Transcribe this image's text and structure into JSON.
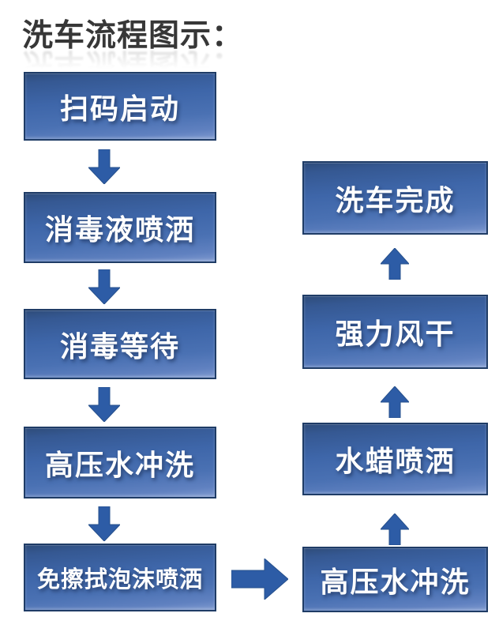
{
  "title": {
    "text": "洗车流程图示："
  },
  "steps": [
    {
      "id": "scan-start",
      "label": "扫码启动"
    },
    {
      "id": "disinfectant-spray",
      "label": "消毒液喷洒"
    },
    {
      "id": "disinfect-wait",
      "label": "消毒等待"
    },
    {
      "id": "high-pressure-rinse-1",
      "label": "高压水冲洗"
    },
    {
      "id": "no-wipe-foam-spray",
      "label": "免擦拭泡沫喷洒"
    },
    {
      "id": "high-pressure-rinse-2",
      "label": "高压水冲洗"
    },
    {
      "id": "water-wax-spray",
      "label": "水蜡喷洒"
    },
    {
      "id": "strong-air-dry",
      "label": "强力风干"
    },
    {
      "id": "wash-complete",
      "label": "洗车完成"
    }
  ],
  "flow": {
    "left_column_order": [
      "扫码启动",
      "消毒液喷洒",
      "消毒等待",
      "高压水冲洗",
      "免擦拭泡沫喷洒"
    ],
    "right_column_order_bottom_to_top": [
      "高压水冲洗",
      "水蜡喷洒",
      "强力风干",
      "洗车完成"
    ],
    "connector": "免擦拭泡沫喷洒 → 高压水冲洗"
  },
  "colors": {
    "box_gradient_top": "#2e4c7a",
    "box_gradient_mid": "#3e66a9",
    "box_gradient_bottom": "#7f9ad0",
    "box_border": "#1f3c66",
    "arrow_fill": "#2d5ca6",
    "arrow_stroke": "#26508c",
    "box_text": "#ffffff",
    "title_text": "#373737",
    "background": "#ffffff"
  }
}
